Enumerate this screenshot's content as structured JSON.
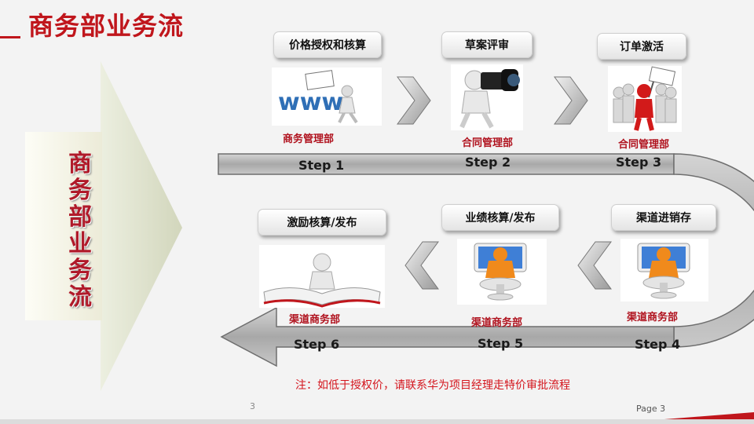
{
  "title": "商务部业务流",
  "side_label": [
    "商",
    "务",
    "部",
    "业",
    "务",
    "流"
  ],
  "steps": [
    {
      "label": "Step 1",
      "box": "价格授权和核算",
      "dept": "商务管理部",
      "icon": "www-figure-icon"
    },
    {
      "label": "Step 2",
      "box": "草案评审",
      "dept": "合同管理部",
      "icon": "camera-figure-icon"
    },
    {
      "label": "Step 3",
      "box": "订单激活",
      "dept": "合同管理部",
      "icon": "leader-crowd-icon"
    },
    {
      "label": "Step 4",
      "box": "渠道进销存",
      "dept": "渠道商务部",
      "icon": "computer-figure-icon"
    },
    {
      "label": "Step 5",
      "box": "业绩核算/发布",
      "dept": "渠道商务部",
      "icon": "computer-figure-icon"
    },
    {
      "label": "Step 6",
      "box": "激励核算/发布",
      "dept": "渠道商务部",
      "icon": "book-figure-icon"
    }
  ],
  "note": "注：如低于授权价，请联系华为项目经理走特价审批流程",
  "page_number": "3",
  "page_label": "Page 3",
  "colors": {
    "accent": "#c0161c",
    "track": "#b8b8b8",
    "arrow": "#d8dcc4"
  }
}
